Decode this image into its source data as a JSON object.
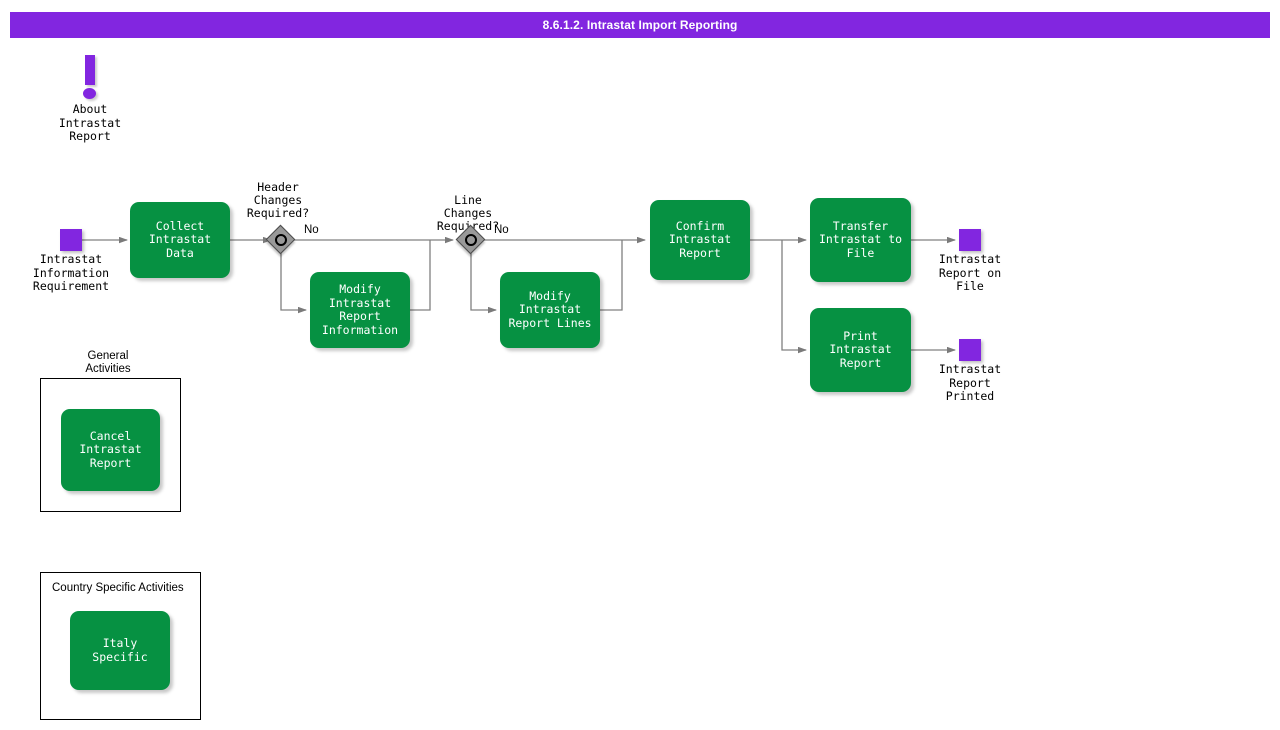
{
  "titlebar": {
    "title": "8.6.1.2. Intrastat Import Reporting",
    "background": "#8226e0",
    "text_color": "#ffffff"
  },
  "theme": {
    "task_green": "#069142",
    "event_purple": "#8226e0",
    "gateway_gray": "#999999",
    "connector_gray": "#808080",
    "text_white": "#ffffff",
    "text_black": "#000000"
  },
  "annotation": {
    "icon": "exclamation-icon",
    "label": "About\nIntrastat\nReport"
  },
  "events": [
    {
      "id": "start-requirement",
      "kind": "start-event",
      "label": "Intrastat\nInformation\nRequirement"
    },
    {
      "id": "end-report-on-file",
      "kind": "end-event",
      "label": "Intrastat\nReport on\nFile"
    },
    {
      "id": "end-report-printed",
      "kind": "end-event",
      "label": "Intrastat\nReport\nPrinted"
    }
  ],
  "tasks": [
    {
      "id": "collect-intrastat-data",
      "label": "Collect Intrastat\nData"
    },
    {
      "id": "modify-intrastat-report-information",
      "label": "Modify Intrastat\nReport\nInformation"
    },
    {
      "id": "modify-intrastat-report-lines",
      "label": "Modify Intrastat\nReport Lines"
    },
    {
      "id": "confirm-intrastat-report",
      "label": "Confirm\nIntrastat Report"
    },
    {
      "id": "transfer-intrastat-to-file",
      "label": "Transfer\nIntrastat to File"
    },
    {
      "id": "print-intrastat-report",
      "label": "Print Intrastat\nReport"
    },
    {
      "id": "cancel-intrastat-report",
      "label": "Cancel Intrastat\nReport"
    },
    {
      "id": "italy-specific",
      "label": "Italy Specific"
    }
  ],
  "gateways": [
    {
      "id": "header-changes-required",
      "label": "Header\nChanges\nRequired?",
      "branch_label": "No"
    },
    {
      "id": "line-changes-required",
      "label": "Line\nChanges\nRequired?",
      "branch_label": "No"
    }
  ],
  "groups": [
    {
      "id": "general-activities",
      "label": "General\nActivities",
      "label_position": "outside-top"
    },
    {
      "id": "country-specific-activities",
      "label": "Country Specific Activities",
      "label_position": "inside-top-left"
    }
  ]
}
